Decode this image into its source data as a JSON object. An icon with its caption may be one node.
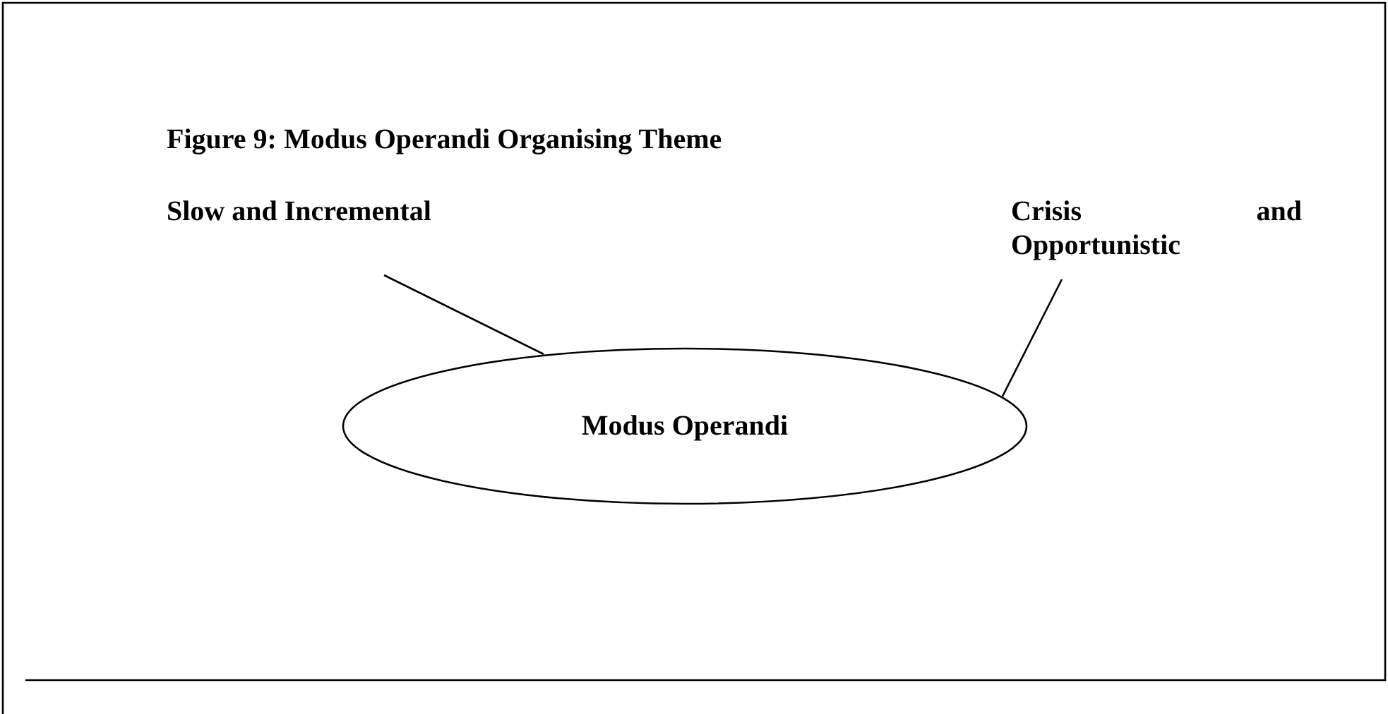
{
  "diagram": {
    "title": "Figure 9: Modus Operandi Organising Theme",
    "nodes": [
      {
        "text": [
          "Slow and Incremental"
        ]
      },
      {
        "text": [
          "Crisis and Opportunistic"
        ]
      },
      {
        "text": [
          "Modus Operandi"
        ]
      }
    ],
    "edges": [
      {
        "from": 0,
        "to": 2,
        "arrow": "none"
      },
      {
        "from": 1,
        "to": 2,
        "arrow": "none"
      }
    ]
  }
}
